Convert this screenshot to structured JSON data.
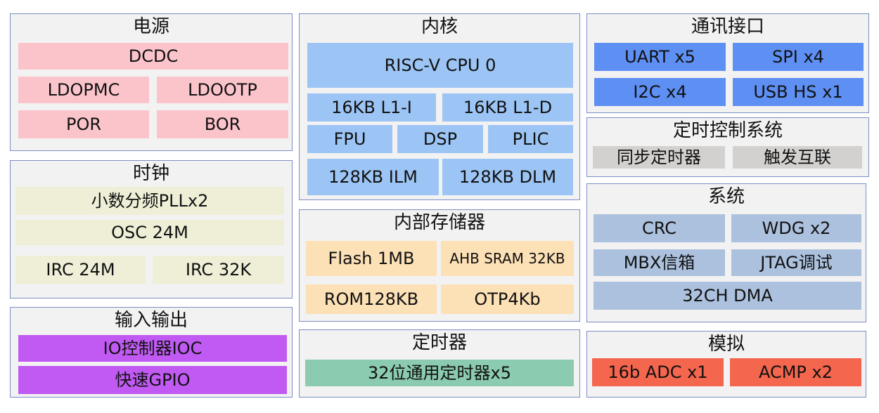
{
  "power": {
    "title": "电源",
    "dcdc": "DCDC",
    "ldopmc": "LDOPMC",
    "ldootp": "LDOOTP",
    "por": "POR",
    "bor": "BOR"
  },
  "clock": {
    "title": "时钟",
    "pll": "小数分频PLLx2",
    "osc": "OSC 24M",
    "irc24": "IRC 24M",
    "irc32": "IRC 32K"
  },
  "io": {
    "title": "输入输出",
    "ioc": "IO控制器IOC",
    "gpio": "快速GPIO"
  },
  "core": {
    "title": "内核",
    "cpu": "RISC-V CPU 0",
    "l1i": "16KB L1-I",
    "l1d": "16KB L1-D",
    "fpu": "FPU",
    "dsp": "DSP",
    "plic": "PLIC",
    "ilm": "128KB ILM",
    "dlm": "128KB DLM"
  },
  "memory": {
    "title": "内部存储器",
    "flash": "Flash 1MB",
    "sram": "AHB SRAM 32KB",
    "rom": "ROM128KB",
    "otp": "OTP4Kb"
  },
  "timer": {
    "title": "定时器",
    "gpt": "32位通用定时器x5"
  },
  "comm": {
    "title": "通讯接口",
    "uart": "UART x5",
    "spi": "SPI x4",
    "i2c": "I2C x4",
    "usb": "USB HS x1"
  },
  "timing": {
    "title": "定时控制系统",
    "sync": "同步定时器",
    "trigger": "触发互联"
  },
  "system": {
    "title": "系统",
    "crc": "CRC",
    "wdg": "WDG x2",
    "mbx": "MBX信箱",
    "jtag": "JTAG调试",
    "dma": "32CH DMA"
  },
  "analog": {
    "title": "模拟",
    "adc": "16b ADC x1",
    "acmp": "ACMP x2"
  },
  "colors": {
    "panel_bg": "#f2f2f2",
    "panel_border": "#7b8fc7",
    "power": "#fbc4cb",
    "core": "#9cc5f5",
    "clock": "#efefd8",
    "memory": "#fce0b6",
    "io": "#c05af2",
    "timer": "#8bcbaf",
    "comm": "#5e8ff2",
    "timing": "#d3d1d0",
    "system": "#acc1dd",
    "analog": "#f4664d"
  }
}
